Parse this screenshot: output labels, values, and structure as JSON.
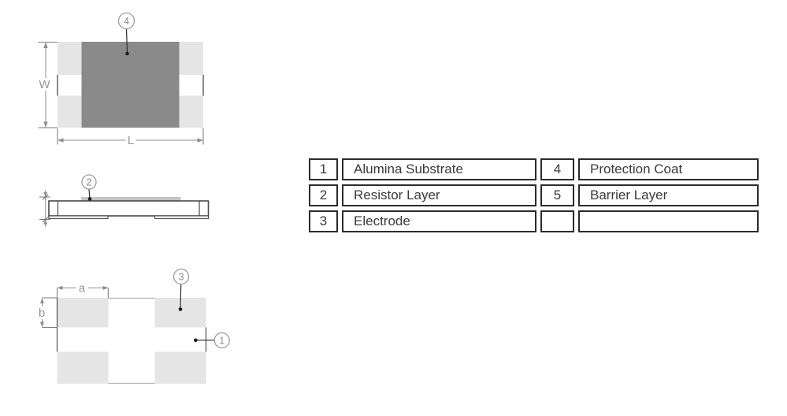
{
  "legend_table": {
    "rows": [
      [
        "1",
        "Alumina Substrate",
        "4",
        "Protection Coat"
      ],
      [
        "2",
        "Resistor Layer",
        "5",
        "Barrier Layer"
      ],
      [
        "3",
        "Electrode",
        "",
        ""
      ]
    ]
  },
  "top_view": {
    "callout_label": "4",
    "width_dim_label": "W",
    "length_dim_label": "L"
  },
  "side_view": {
    "callout_label": "2"
  },
  "bottom_view": {
    "electrode_callout_label": "3",
    "substrate_callout_label": "1",
    "dim_a_label": "a",
    "dim_b_label": "b"
  },
  "colors": {
    "protection_coat": "#8a8a8a",
    "electrode_pad": "#e5e5e5",
    "resistor_layer": "#c7c4bf",
    "outline": "#4a4a4a",
    "dimension_line": "#8f8f8f",
    "table_border": "#2b2b2b"
  }
}
